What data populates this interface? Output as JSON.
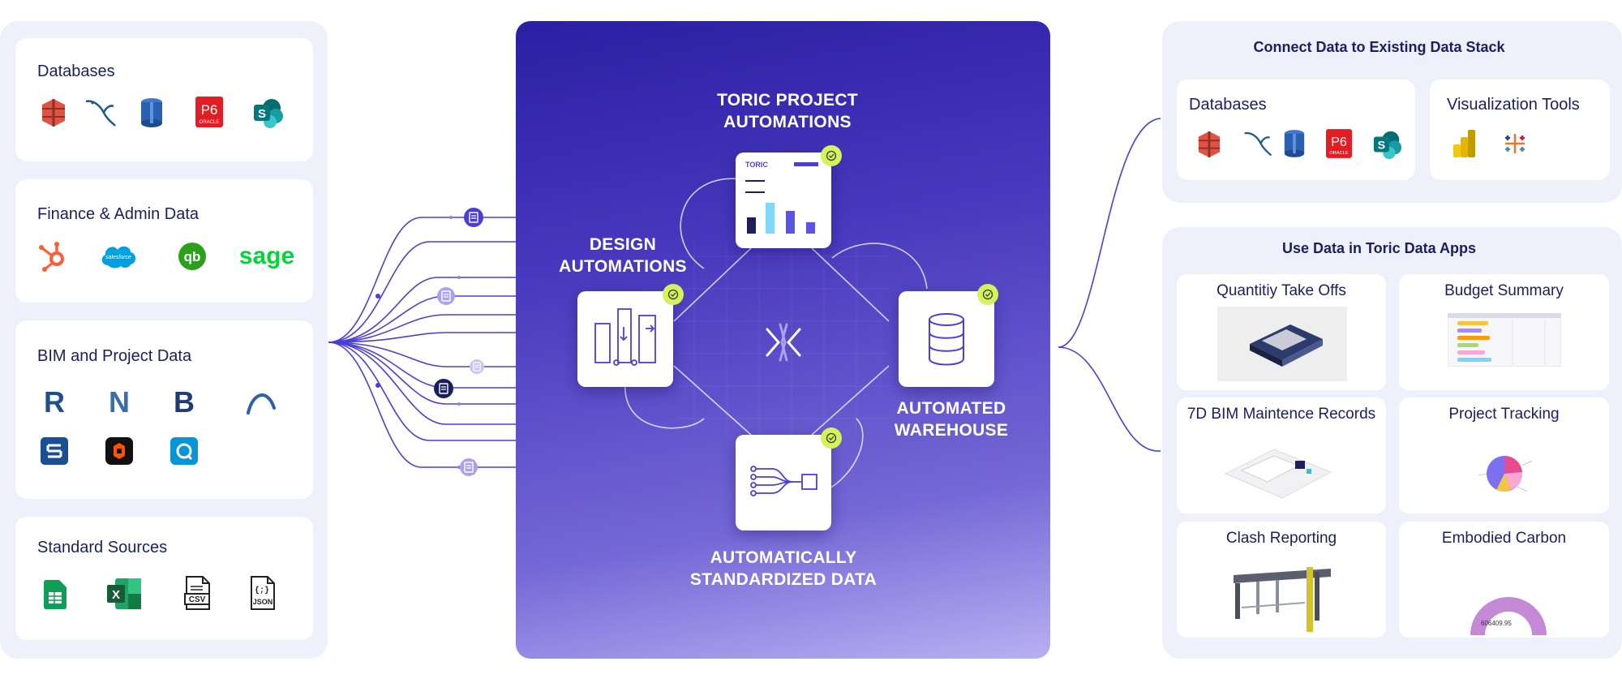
{
  "left": {
    "cards": [
      {
        "title": "Databases",
        "icons": [
          "aws-s3-icon",
          "mysql-icon",
          "aws-rds-icon",
          "primavera-p6-icon",
          "sharepoint-icon"
        ]
      },
      {
        "title": "Finance & Admin Data",
        "icons": [
          "hubspot-icon",
          "salesforce-icon",
          "quickbooks-icon",
          "sage-icon"
        ]
      },
      {
        "title": "BIM and Project Data",
        "icons": [
          "revit-icon",
          "navisworks-icon",
          "bim360-icon",
          "archicad-icon",
          "smartsheet-icon",
          "procore-icon",
          "qto-icon"
        ]
      },
      {
        "title": "Standard Sources",
        "icons": [
          "google-sheets-icon",
          "excel-icon",
          "csv-file-icon",
          "json-file-icon"
        ]
      }
    ],
    "logo_text": {
      "p6": "P6",
      "oracle": "ORACLE",
      "sage": "sage",
      "salesforce": "salesforce",
      "qb": "qb",
      "csv": "CSV",
      "json": "JSON",
      "json_braces": "{;}",
      "sharepoint": "S",
      "revit": "R",
      "navis": "N",
      "bim": "B"
    }
  },
  "center": {
    "top_label": "TORIC PROJECT AUTOMATIONS",
    "left_label": "DESIGN AUTOMATIONS",
    "right_label": "AUTOMATED WAREHOUSE",
    "bottom_label": "AUTOMATICALLY STANDARDIZED DATA",
    "toric_chip": "TORIC"
  },
  "right": {
    "top_panel": {
      "title": "Connect Data to Existing Data Stack",
      "databases_label": "Databases",
      "viz_label": "Visualization Tools",
      "db_icons": [
        "aws-s3-icon",
        "mysql-icon",
        "aws-rds-icon",
        "primavera-p6-icon",
        "sharepoint-icon"
      ],
      "viz_icons": [
        "power-bi-icon",
        "tableau-icon"
      ]
    },
    "bottom_panel": {
      "title": "Use Data in Toric Data Apps",
      "apps": [
        {
          "label": "Quantitiy Take Offs"
        },
        {
          "label": "Budget Summary"
        },
        {
          "label": "7D BIM Maintence Records"
        },
        {
          "label": "Project Tracking"
        },
        {
          "label": "Clash Reporting"
        },
        {
          "label": "Embodied Carbon"
        }
      ],
      "carbon_value": "606409.95"
    }
  },
  "colors": {
    "panel_bg": "#eef0fc",
    "accent": "#4b3fd6",
    "check": "#d4f25a",
    "navy": "#1b1f5c"
  }
}
